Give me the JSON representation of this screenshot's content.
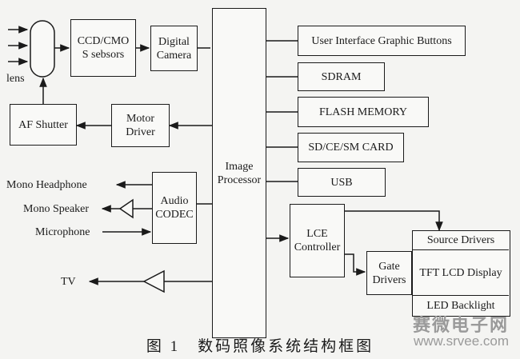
{
  "blocks": {
    "ccd": "CCD/CMO\nS sebsors",
    "camera": "Digital\nCamera",
    "image_processor": "Image\nProcessor",
    "af_shutter": "AF Shutter",
    "motor_driver": "Motor\nDriver",
    "audio_codec": "Audio\nCODEC",
    "ui_buttons": "User Interface Graphic Buttons",
    "sdram": "SDRAM",
    "flash": "FLASH MEMORY",
    "card": "SD/CE/SM CARD",
    "usb": "USB",
    "lce": "LCE\nController",
    "gate_drivers": "Gate\nDrivers",
    "source_drivers": "Source Drivers",
    "tft": "TFT LCD Display",
    "backlight": "LED Backlight"
  },
  "labels": {
    "lens": "lens",
    "mono_headphone": "Mono Headphone",
    "mono_speaker": "Mono Speaker",
    "microphone": "Microphone",
    "tv": "TV"
  },
  "caption": "图 1　数码照像系统结构框图",
  "watermark": {
    "line1": "赛微电子网",
    "line2": "www.srvee.com"
  }
}
